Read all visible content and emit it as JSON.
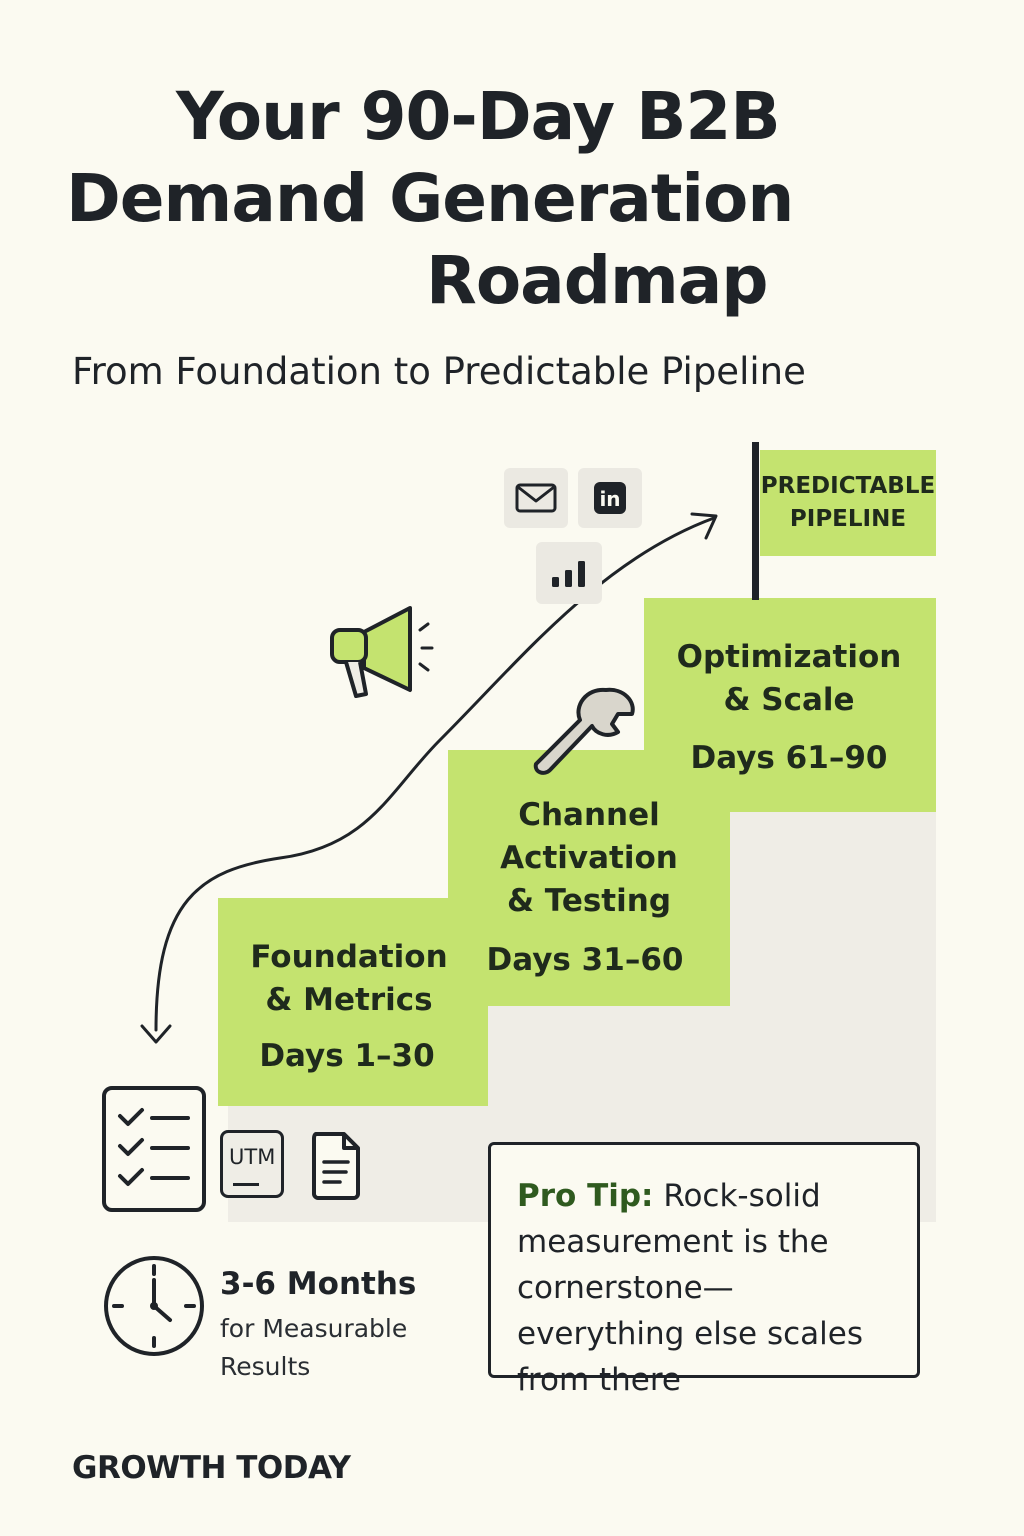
{
  "header": {
    "title_line1": "Your 90-Day B2B",
    "title_line2": "Demand Generation",
    "title_line3": "Roadmap",
    "subtitle": "From Foundation to Predictable Pipeline"
  },
  "steps": [
    {
      "line1": "Foundation",
      "line2": "& Metrics",
      "days": "Days 1–30"
    },
    {
      "line1": "Channel",
      "line2": "Activation",
      "line3": "& Testing",
      "days": "Days 31–60"
    },
    {
      "line1": "Optimization",
      "line2": "& Scale",
      "days": "Days 61–90"
    }
  ],
  "flag": {
    "line1": "PREDICTABLE",
    "line2": "PIPELINE"
  },
  "icons": {
    "utm_label": "UTM",
    "top_tiles": [
      "mail-icon",
      "linkedin-icon",
      "bar-chart-icon"
    ],
    "misc": [
      "megaphone-icon",
      "wrench-icon",
      "checklist-icon",
      "utm-tag-icon",
      "document-icon",
      "clock-icon",
      "linkedin_glyph"
    ],
    "linkedin_glyph": "in"
  },
  "pro_tip": {
    "label": "Pro Tip:",
    "text": " Rock-solid measurement is the cornerstone—everything else scales from there"
  },
  "timeline": {
    "headline": "3-6 Months",
    "sub_line1": "for Measurable",
    "sub_line2": "Results"
  },
  "brand": "GROWTH TODAY",
  "colors": {
    "accent": "#c4e36f",
    "ink": "#1f2328",
    "background": "#fbfaf1",
    "tip_label": "#2f5a1f"
  }
}
